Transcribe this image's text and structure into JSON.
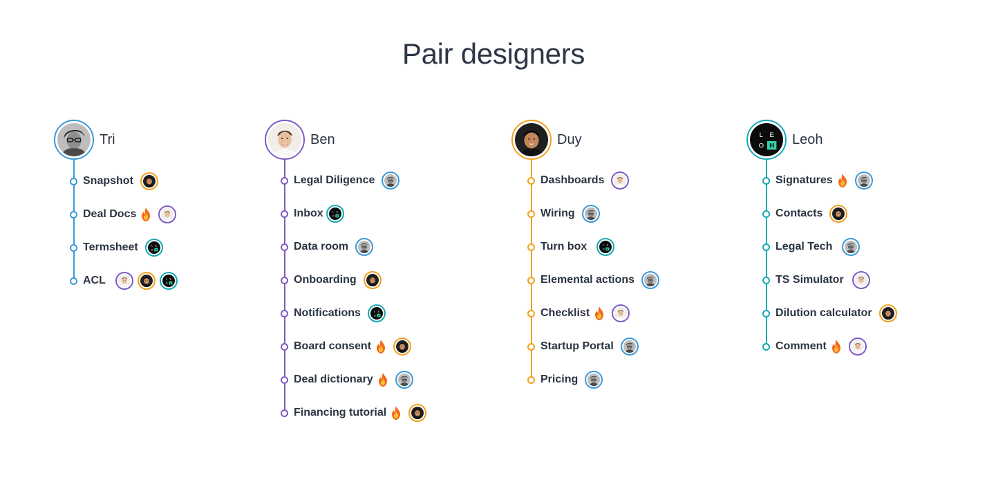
{
  "title": "Pair designers",
  "colors": {
    "tri": "#3a99d8",
    "ben": "#7c5cc4",
    "duy": "#f2a01e",
    "leoh": "#15a9b4"
  },
  "designers": [
    {
      "key": "tri",
      "name": "Tri",
      "items": [
        {
          "label": "Snapshot",
          "hot": false,
          "pairs": [
            "duy"
          ]
        },
        {
          "label": "Deal Docs",
          "hot": true,
          "pairs": [
            "ben"
          ]
        },
        {
          "label": "Termsheet",
          "hot": false,
          "pairs": [
            "leoh"
          ]
        },
        {
          "label": "ACL",
          "hot": false,
          "pairs": [
            "ben",
            "duy",
            "leoh"
          ]
        }
      ]
    },
    {
      "key": "ben",
      "name": "Ben",
      "items": [
        {
          "label": "Legal Diligence",
          "hot": false,
          "pairs": [
            "tri"
          ]
        },
        {
          "label": "Inbox",
          "hot": false,
          "pairs": [
            "leoh"
          ]
        },
        {
          "label": "Data room",
          "hot": false,
          "pairs": [
            "tri"
          ]
        },
        {
          "label": "Onboarding",
          "hot": false,
          "pairs": [
            "duy"
          ]
        },
        {
          "label": "Notifications",
          "hot": false,
          "pairs": [
            "leoh"
          ]
        },
        {
          "label": "Board consent",
          "hot": true,
          "pairs": [
            "duy"
          ]
        },
        {
          "label": "Deal dictionary",
          "hot": true,
          "pairs": [
            "tri"
          ]
        },
        {
          "label": "Financing tutorial",
          "hot": true,
          "pairs": [
            "duy"
          ]
        }
      ]
    },
    {
      "key": "duy",
      "name": "Duy",
      "items": [
        {
          "label": "Dashboards",
          "hot": false,
          "pairs": [
            "ben"
          ]
        },
        {
          "label": "Wiring",
          "hot": false,
          "pairs": [
            "tri"
          ]
        },
        {
          "label": "Turn box",
          "hot": false,
          "pairs": [
            "leoh"
          ]
        },
        {
          "label": "Elemental actions",
          "hot": false,
          "pairs": [
            "tri"
          ]
        },
        {
          "label": "Checklist",
          "hot": true,
          "pairs": [
            "ben"
          ]
        },
        {
          "label": "Startup Portal",
          "hot": false,
          "pairs": [
            "tri"
          ]
        },
        {
          "label": "Pricing",
          "hot": false,
          "pairs": [
            "tri"
          ]
        }
      ]
    },
    {
      "key": "leoh",
      "name": "Leoh",
      "items": [
        {
          "label": "Signatures",
          "hot": true,
          "pairs": [
            "tri"
          ]
        },
        {
          "label": "Contacts",
          "hot": false,
          "pairs": [
            "duy"
          ]
        },
        {
          "label": "Legal Tech",
          "hot": false,
          "pairs": [
            "tri"
          ]
        },
        {
          "label": "TS Simulator",
          "hot": false,
          "pairs": [
            "ben"
          ]
        },
        {
          "label": "Dilution calculator",
          "hot": false,
          "pairs": [
            "duy"
          ]
        },
        {
          "label": "Comment",
          "hot": true,
          "pairs": [
            "ben"
          ]
        }
      ]
    }
  ],
  "logo_letters": [
    "L",
    "E",
    "O",
    "H"
  ]
}
